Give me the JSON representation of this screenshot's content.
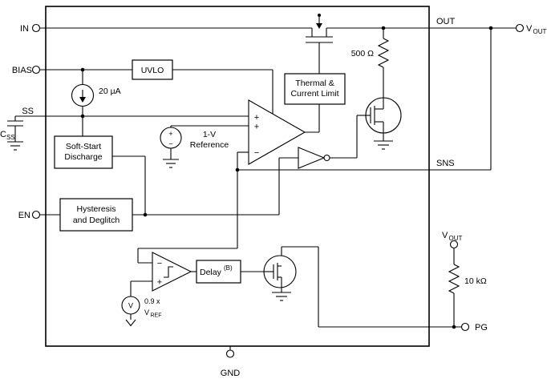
{
  "pins": {
    "in": "IN",
    "bias": "BIAS",
    "ss": "SS",
    "en": "EN",
    "out": "OUT",
    "sns": "SNS",
    "pg": "PG",
    "gnd": "GND"
  },
  "blocks": {
    "uvlo": "UVLO",
    "thermal_line1": "Thermal &",
    "thermal_line2": "Current Limit",
    "softstart_line1": "Soft-Start",
    "softstart_line2": "Discharge",
    "hysteresis_line1": "Hysteresis",
    "hysteresis_line2": "and Deglitch",
    "delay": "Delay",
    "delay_sup": "(B)",
    "reference_line1": "1-V",
    "reference_line2": "Reference"
  },
  "labels": {
    "bias_current": "20 µA",
    "css_main": "C",
    "css_sub": "SS",
    "discharge_resistor": "500 Ω",
    "pullup_resistor": "10 kΩ",
    "vout_main": "V",
    "vout_sub": "OUT",
    "vref_scale": "0.9 x",
    "vref_main": "V",
    "vref_sub": "REF",
    "vsource_letter": "V"
  },
  "amp": {
    "plus_top": "+",
    "plus_mid": "+",
    "minus": "−"
  },
  "comparator": {
    "minus": "−",
    "plus": "+"
  },
  "reference_source": {
    "plus": "+",
    "minus": "−"
  }
}
